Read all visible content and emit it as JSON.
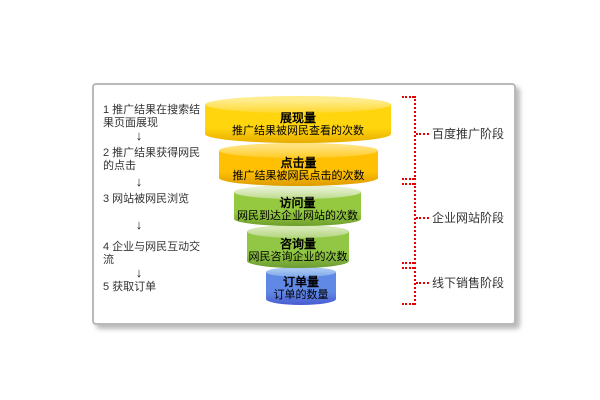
{
  "steps": {
    "arrow_glyph": "↓",
    "items": [
      {
        "lines": [
          "1 推广结果在搜索结",
          "果页面展现"
        ]
      },
      {
        "lines": [
          "2 推广结果获得网民",
          "的点击"
        ]
      },
      {
        "lines": [
          "3 网站被网民浏览"
        ]
      },
      {
        "lines": [
          "4 企业与网民互动交",
          "流"
        ]
      },
      {
        "lines": [
          "5 获取订单"
        ]
      }
    ]
  },
  "funnel": {
    "layers": [
      {
        "title": "展现量",
        "desc": "推广结果被网民查看的次数",
        "colors": {
          "top_light": "#FFEC8C",
          "top_dark": "#FFD82E",
          "body": "#FFD60D",
          "bottom": "#E8AC00"
        }
      },
      {
        "title": "点击量",
        "desc": "推广结果被网民点击的次数",
        "colors": {
          "top_light": "#FFE27A",
          "top_dark": "#FFCB24",
          "body": "#FFC003",
          "bottom": "#DD9C00"
        }
      },
      {
        "title": "访问量",
        "desc": "网民到达企业网站的次数",
        "colors": {
          "top_light": "#E4F0CE",
          "top_dark": "#BCDB8C",
          "body": "#95C940",
          "bottom": "#6E9E2D"
        }
      },
      {
        "title": "咨询量",
        "desc": "网民咨询企业的次数",
        "colors": {
          "top_light": "#D7E8B7",
          "top_dark": "#B3D67E",
          "body": "#92C746",
          "bottom": "#6C9C32"
        }
      },
      {
        "title": "订单量",
        "desc": "订单的数量",
        "colors": {
          "top_light": "#A9C7F2",
          "top_dark": "#7FA9EA",
          "body": "#6089E6",
          "bottom": "#4A5BD0"
        }
      }
    ]
  },
  "stages": {
    "bracket_color": "#E60000",
    "items": [
      {
        "label": "百度推广阶段"
      },
      {
        "label": "企业网站阶段"
      },
      {
        "label": "线下销售阶段"
      }
    ]
  }
}
